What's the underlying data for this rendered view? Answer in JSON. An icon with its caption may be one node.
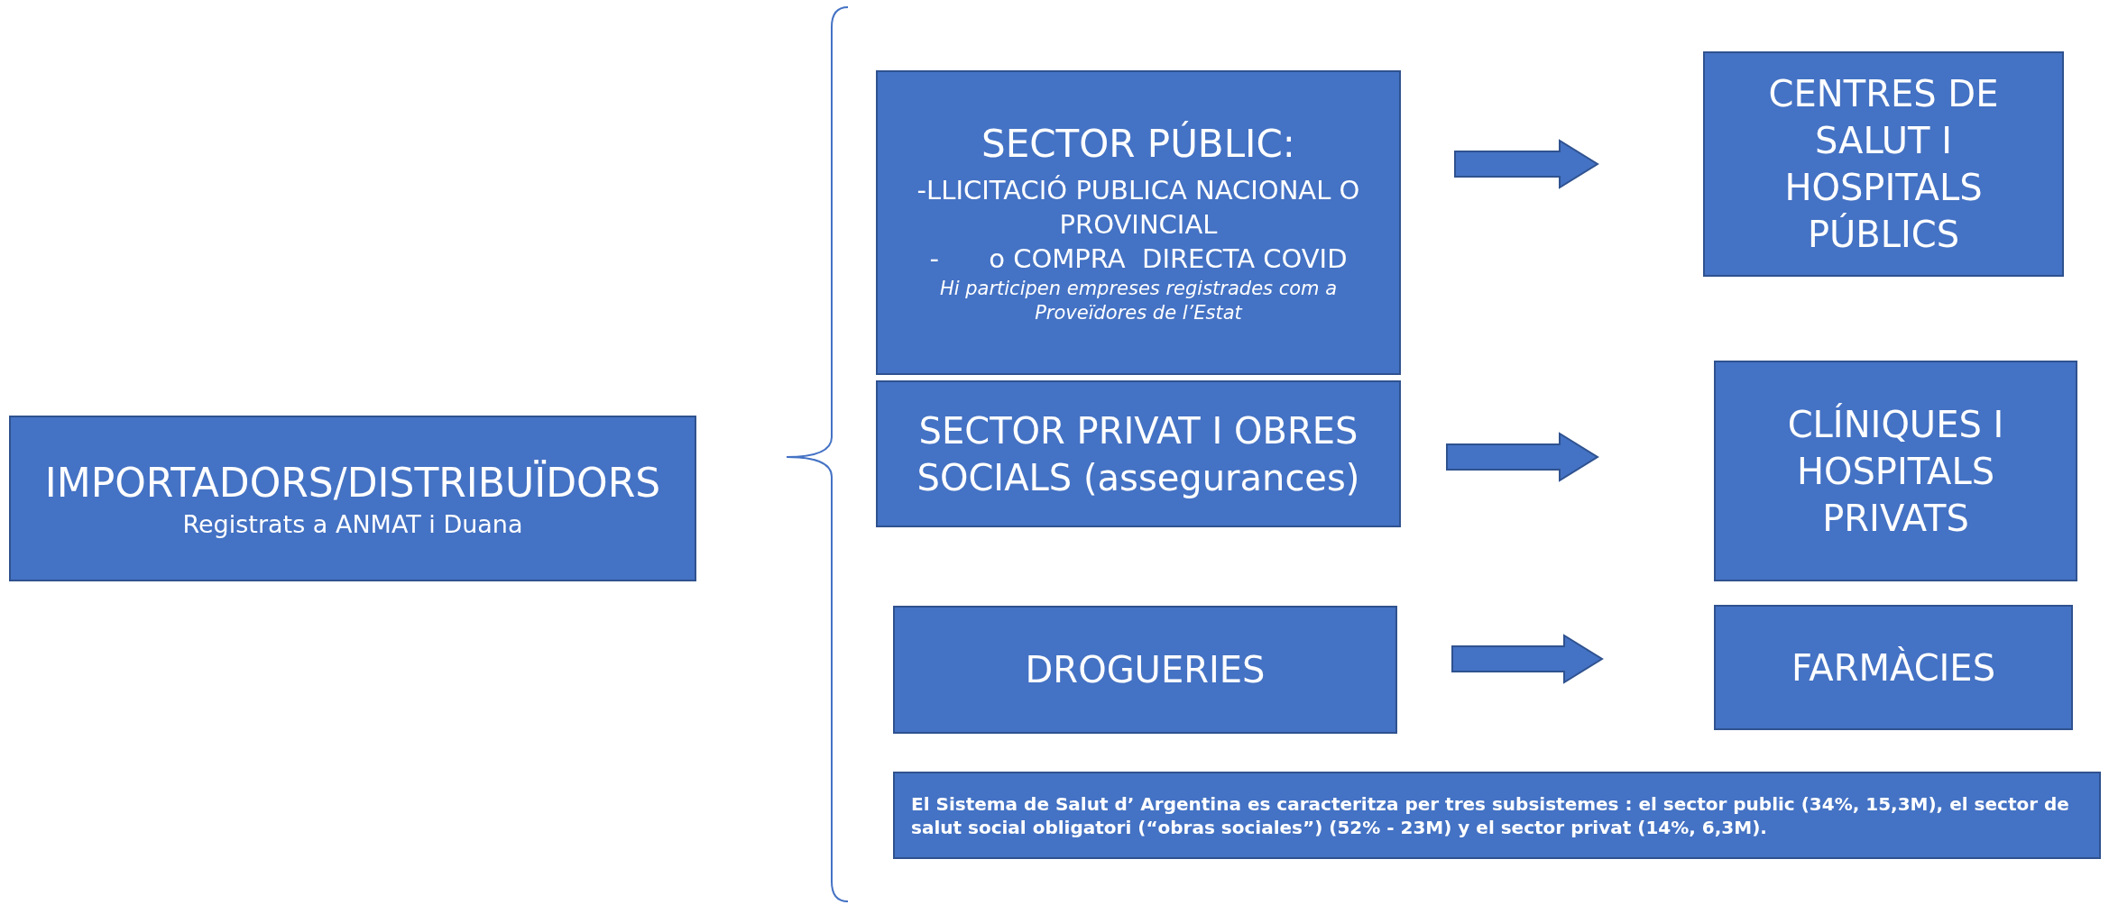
{
  "diagram": {
    "nodes": [
      {
        "text": [
          "IMPORTADORS/DISTRIBUÏDORS",
          "Registrats a ANMAT i Duana"
        ]
      },
      {
        "text": [
          "SECTOR PÚBLIC:",
          "-LLICITACIÓ PUBLICA NACIONAL O PROVINCIAL",
          "-      o COMPRA  DIRECTA COVID",
          "Hi participen empreses registrades com a Proveïdores de l’Estat"
        ]
      },
      {
        "text": [
          "CENTRES DE SALUT I HOSPITALS PÚBLICS"
        ]
      },
      {
        "text": [
          "SECTOR PRIVAT I OBRES SOCIALS (assegurances)"
        ]
      },
      {
        "text": [
          "CLÍNIQUES I HOSPITALS PRIVATS"
        ]
      },
      {
        "text": [
          "DROGUERIES"
        ]
      },
      {
        "text": [
          "FARMÀCIES"
        ]
      },
      {
        "text": [
          "El Sistema de Salut d’ Argentina es caracteritza per tres subsistemes : el sector public (34%, 15,3M), el sector de salut social obligatori (“obras sociales”) (52% - 23M) y el sector privat (14%, 6,3M)."
        ]
      }
    ],
    "edges": [
      {
        "from": 1,
        "to": 2,
        "arrow": "to"
      },
      {
        "from": 3,
        "to": 4,
        "arrow": "to"
      },
      {
        "from": 5,
        "to": 6,
        "arrow": "to"
      }
    ]
  }
}
